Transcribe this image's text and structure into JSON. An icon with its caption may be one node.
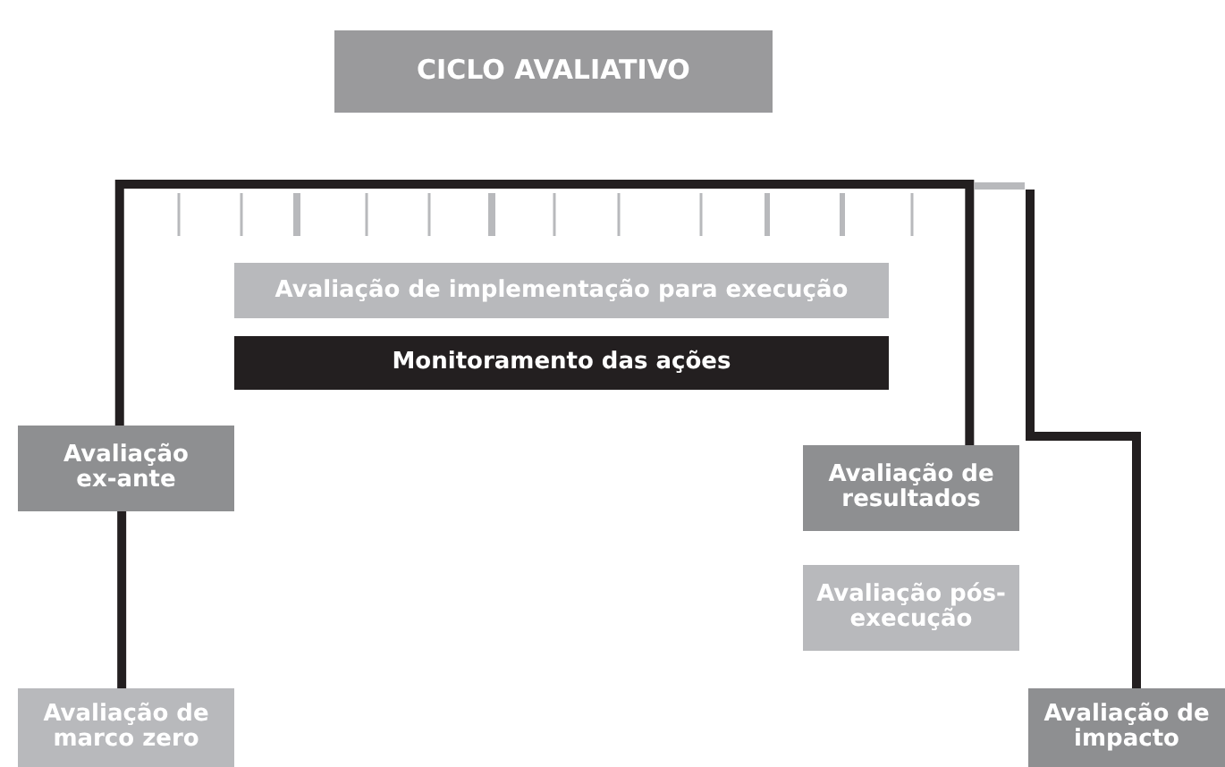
{
  "diagram": {
    "nodes": [
      {
        "text": [
          "CICLO AVALIATIVO"
        ]
      },
      {
        "text": [
          "Avaliação de implementação para execução"
        ]
      },
      {
        "text": [
          "Monitoramento das ações"
        ]
      },
      {
        "text": [
          "Avaliação ex-ante"
        ]
      },
      {
        "text": [
          "Avaliação de resultados"
        ]
      },
      {
        "text": [
          "Avaliação pós-execução"
        ]
      },
      {
        "text": [
          "Avaliação de marco zero"
        ]
      },
      {
        "text": [
          "Avaliação de impacto"
        ]
      }
    ],
    "edges": [
      {
        "from": 3,
        "to": 4,
        "arrow": "none"
      },
      {
        "from": 3,
        "to": 6,
        "arrow": "none"
      },
      {
        "from": null,
        "to": 7,
        "arrow": "none"
      }
    ]
  }
}
